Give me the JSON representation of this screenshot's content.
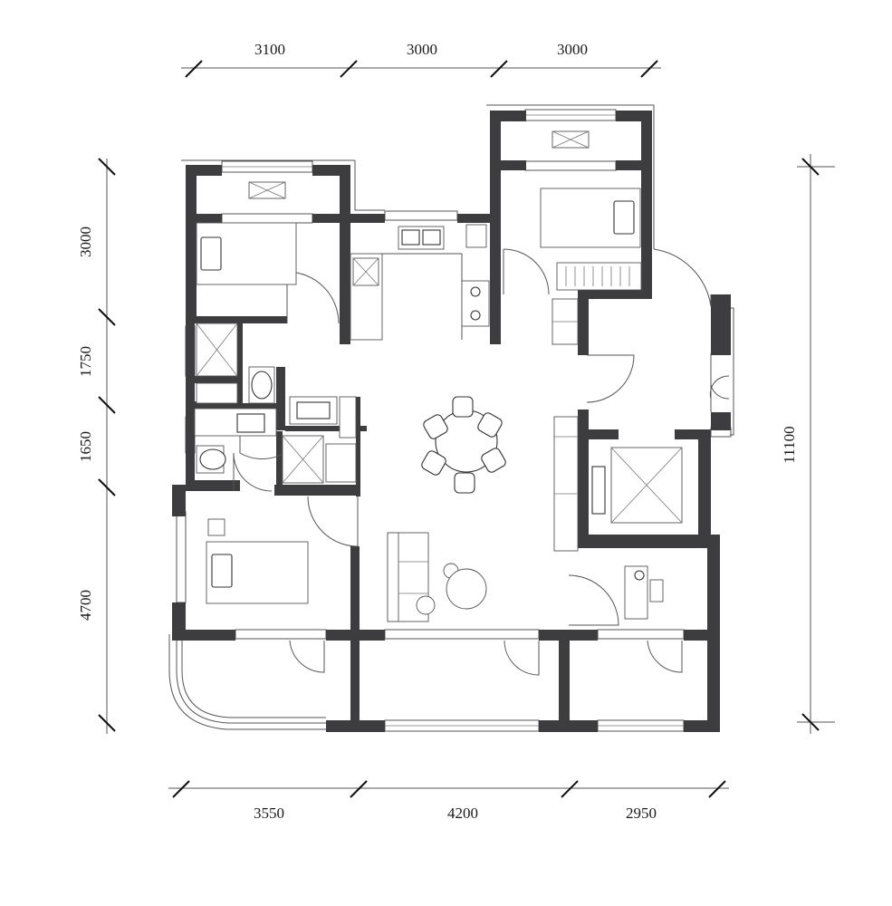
{
  "dimensions": {
    "top": [
      "3100",
      "3000",
      "3000"
    ],
    "bottom": [
      "3550",
      "4200",
      "2950"
    ],
    "left": [
      "3000",
      "1750",
      "1650",
      "4700"
    ],
    "right_total": "11100"
  }
}
